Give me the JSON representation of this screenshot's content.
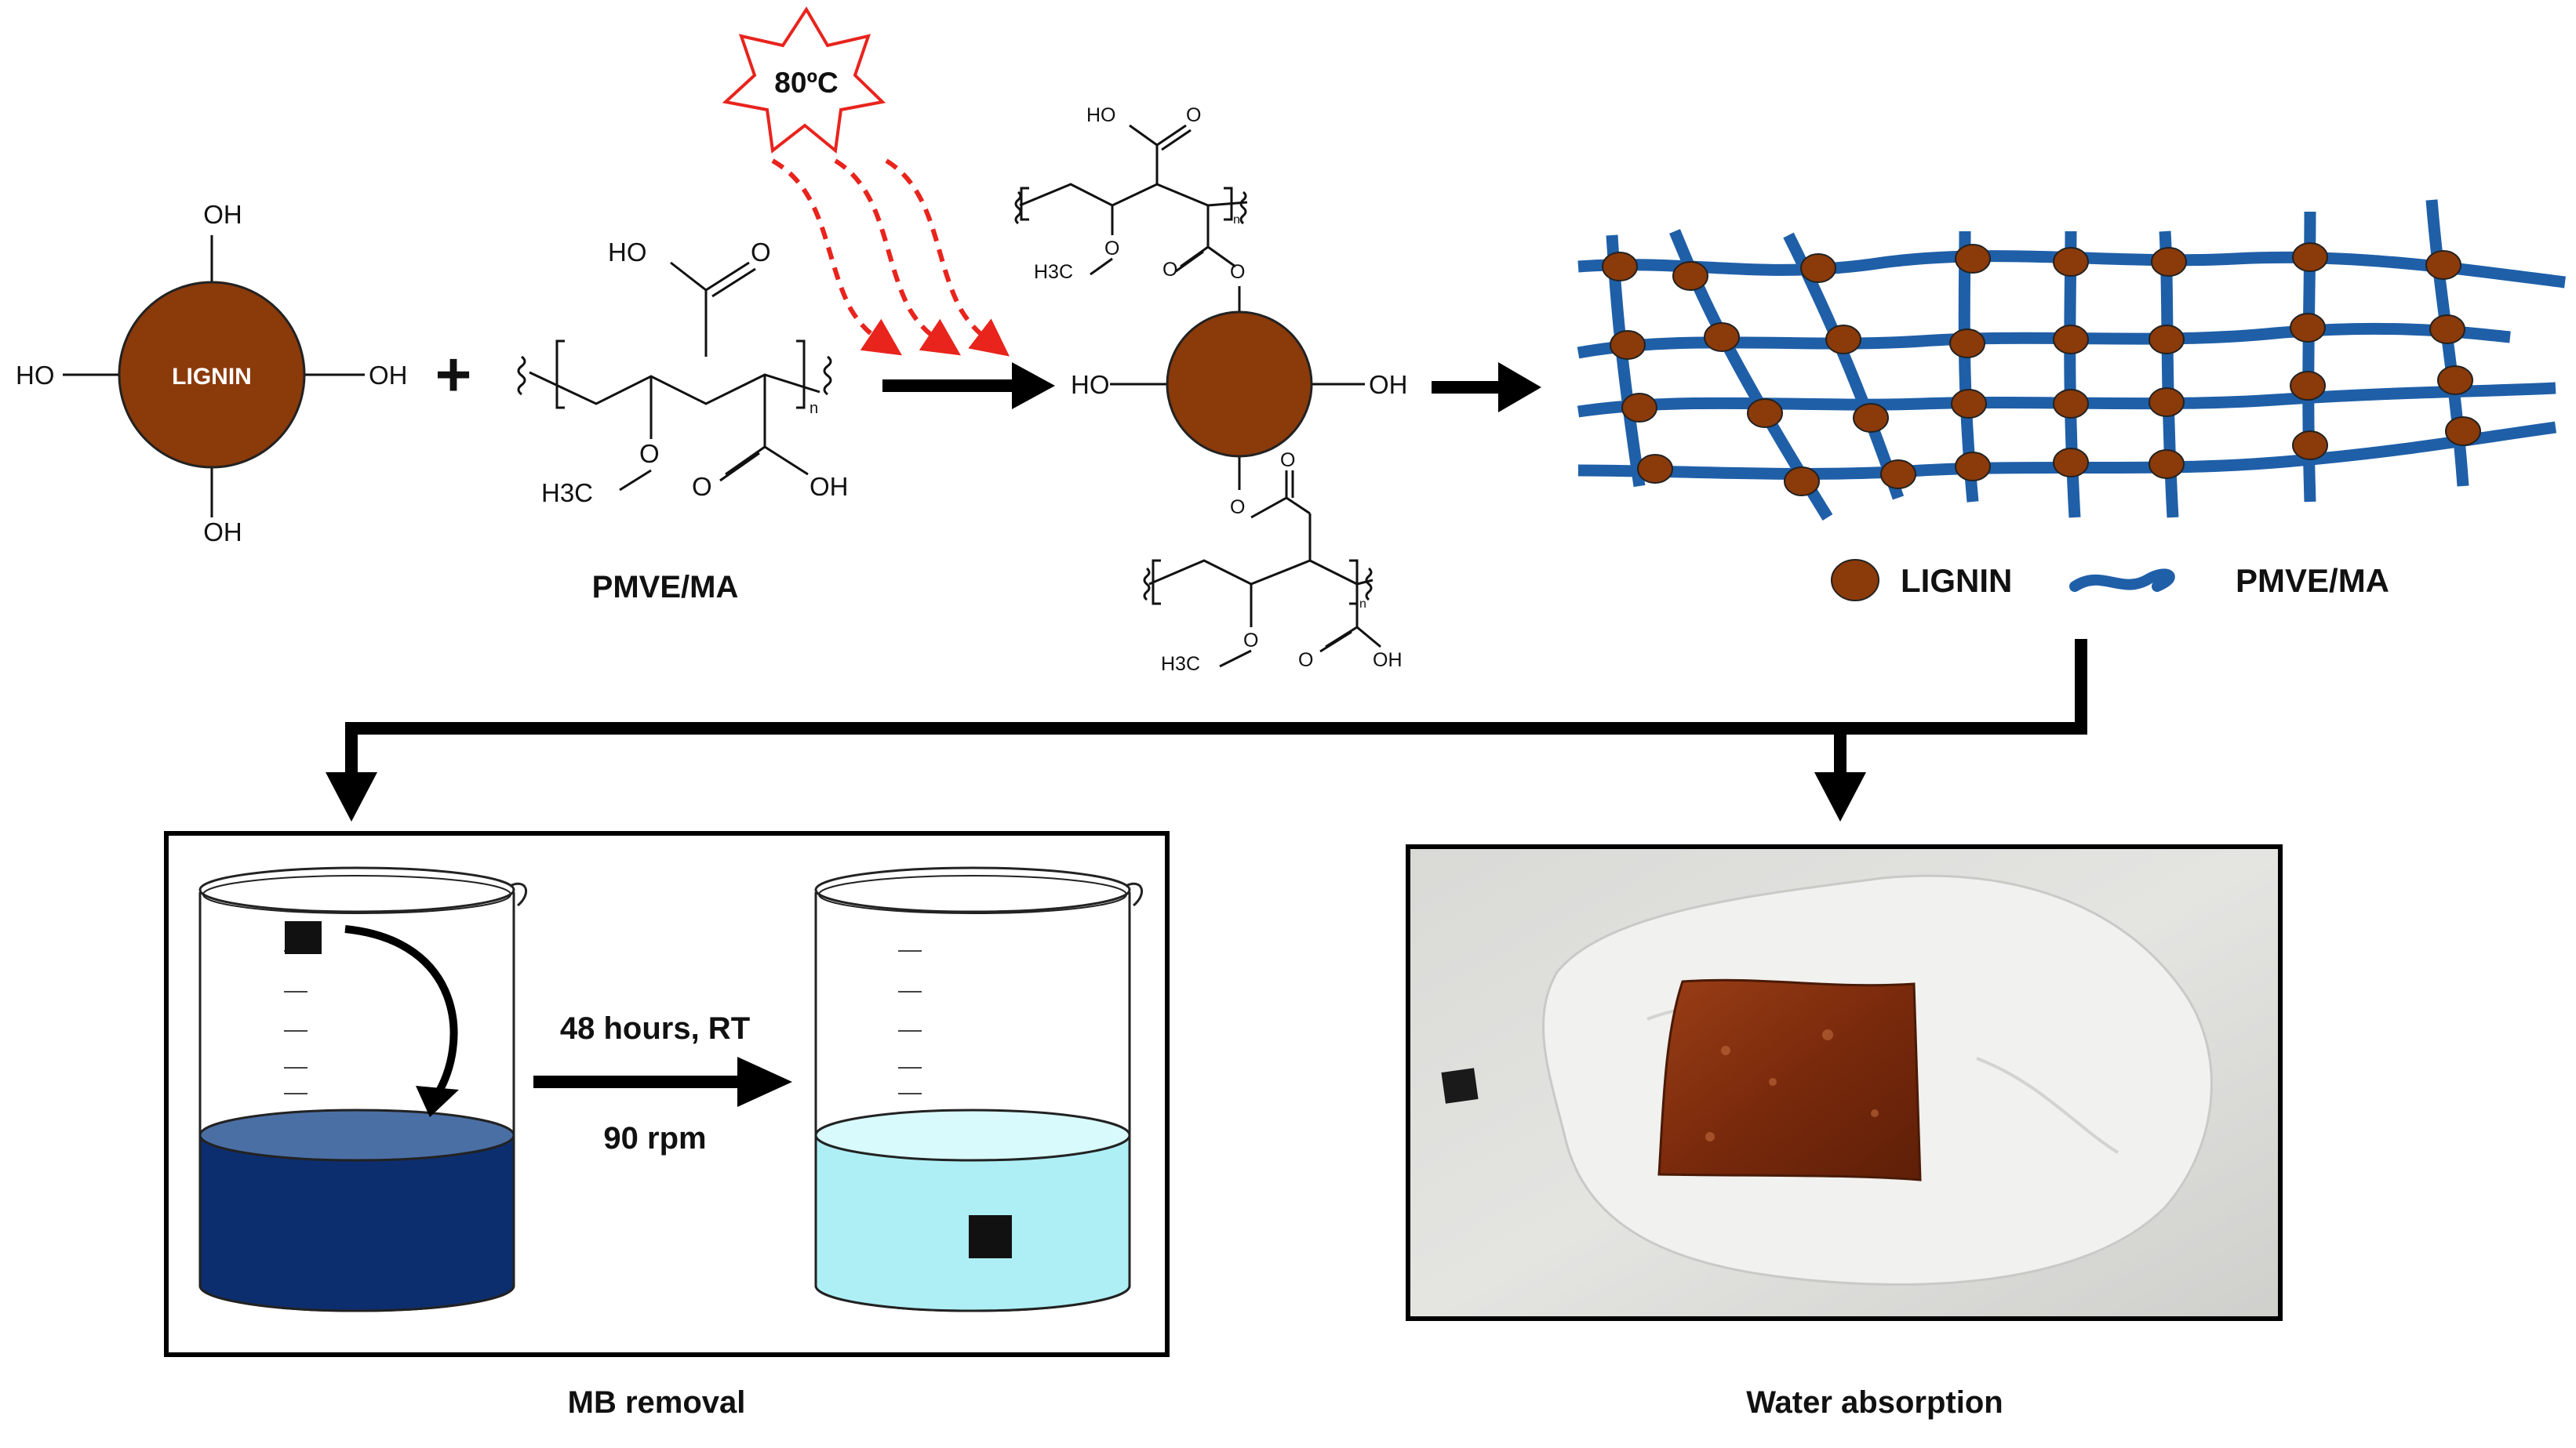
{
  "lignin_molecule": {
    "core_label": "LIGNIN",
    "top_group": "OH",
    "bottom_group": "OH",
    "left_group": "HO",
    "right_group": "OH"
  },
  "plus_sign": "+",
  "pmve_ma": {
    "acid_top_ho": "HO",
    "acid_top_o": "O",
    "subscript_n": "n",
    "methoxy_o": "O",
    "methyl_h3c": "H3C",
    "acid_bottom_o": "O",
    "acid_bottom_oh": "OH",
    "caption": "PMVE/MA"
  },
  "heat": {
    "label": "80ºC"
  },
  "grafted_product": {
    "top_ho": "HO",
    "top_o": "O",
    "top_n": "n",
    "top_methoxy_o": "O",
    "top_h3c": "H3C",
    "top_ester_o1": "O",
    "top_ester_o2": "O",
    "left_ho": "HO",
    "right_oh": "OH",
    "bottom_ester_o1": "O",
    "bottom_ester_o2": "O",
    "bottom_n": "n",
    "bottom_methoxy_o": "O",
    "bottom_h3c": "H3C",
    "bottom_acid_o": "O",
    "bottom_acid_oh": "OH"
  },
  "network_legend": {
    "lignin_label": "LIGNIN",
    "polymer_label": "PMVE/MA"
  },
  "mb_removal": {
    "condition_time": "48 hours,  RT",
    "condition_speed": "90 rpm",
    "caption": "MB removal"
  },
  "water_absorption": {
    "caption": "Water absorption"
  },
  "colors": {
    "lignin_brown": "#8B3A0A",
    "polymer_blue": "#1F5FA8",
    "heat_red": "#E8241D",
    "mb_dark_blue": "#0D2E6E",
    "mb_clear_cyan": "#AEEFF5",
    "arrow_black": "#000000"
  }
}
